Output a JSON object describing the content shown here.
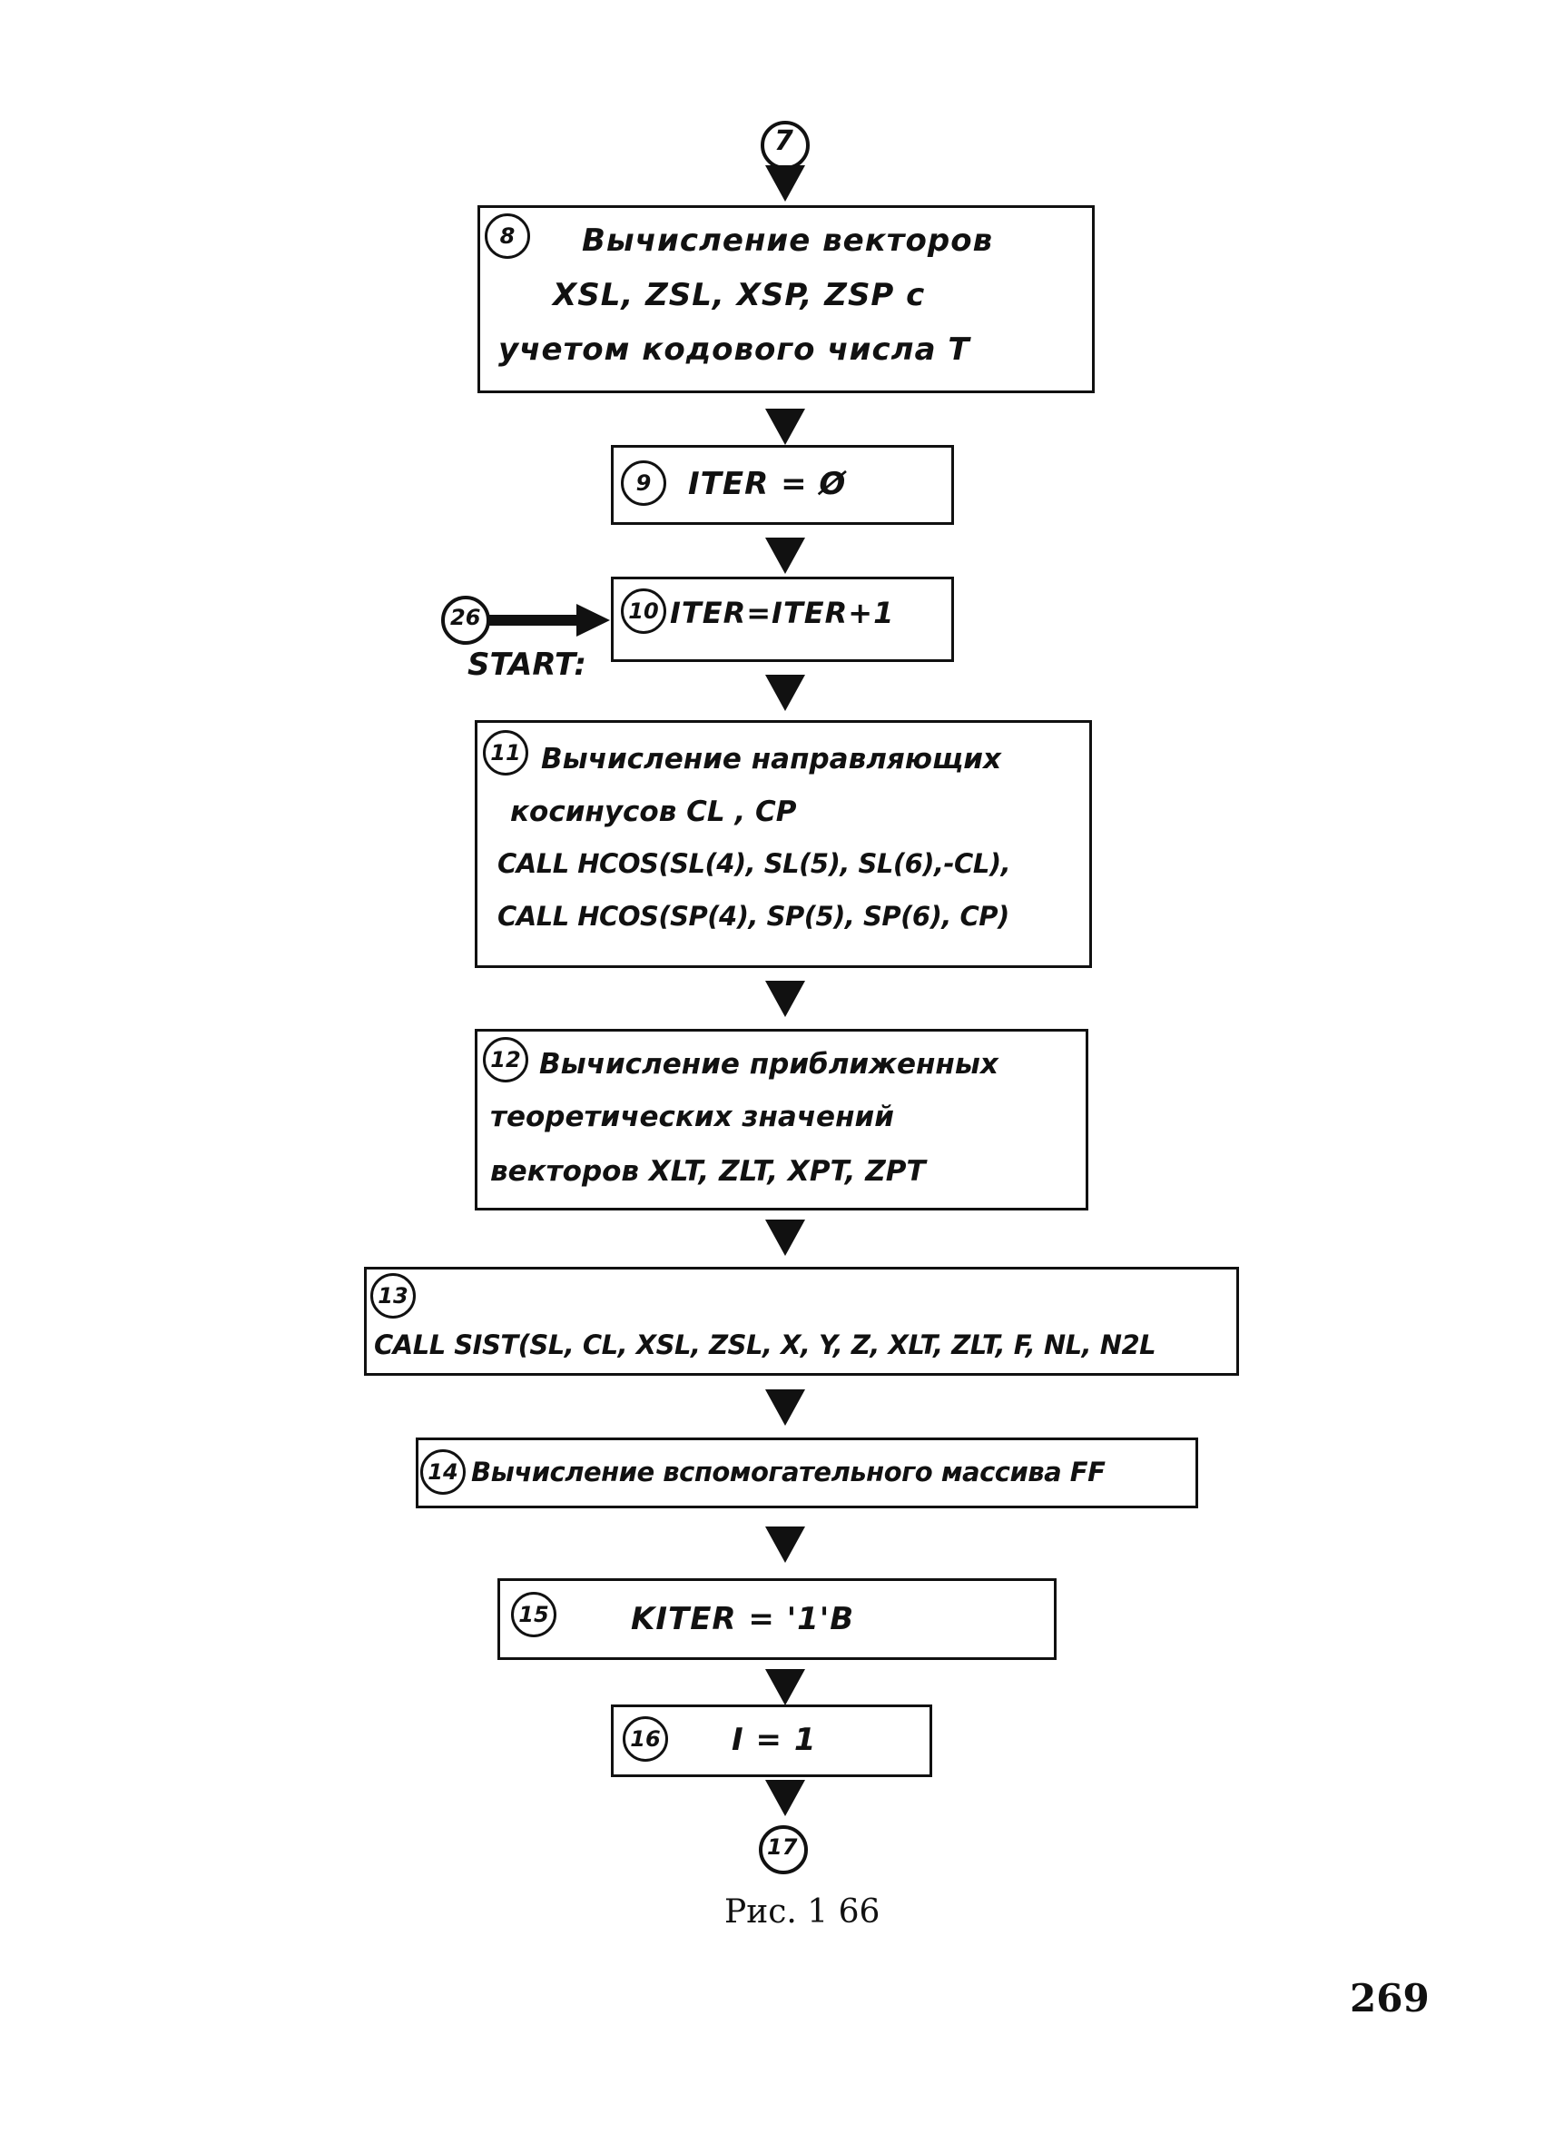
{
  "connectors": {
    "top": "7",
    "left": "26",
    "bottom": "17"
  },
  "start_label": "START:",
  "blocks": [
    {
      "num": "8",
      "lines": [
        "Вычисление векторов",
        "XSL, ZSL, XSP, ZSP с",
        "учетом кодового числа T"
      ]
    },
    {
      "num": "9",
      "lines": [
        "ITER = Ø"
      ]
    },
    {
      "num": "10",
      "lines": [
        "ITER=ITER+1"
      ]
    },
    {
      "num": "11",
      "lines": [
        "Вычисление направляющих",
        "косинусов CL , CP",
        "CALL HCOS(SL(4), SL(5), SL(6),-CL),",
        "CALL HCOS(SP(4), SP(5), SP(6), CP)"
      ]
    },
    {
      "num": "12",
      "lines": [
        "Вычисление приближенных",
        "теоретических значений",
        "векторов XLT, ZLT, XPT, ZPT"
      ]
    },
    {
      "num": "13",
      "lines": [
        "CALL SIST(SL, CL, XSL, ZSL, X, Y, Z, XLT, ZLT, F, NL, N2L"
      ]
    },
    {
      "num": "14",
      "lines": [
        "Вычисление вспомогательного массива FF"
      ]
    },
    {
      "num": "15",
      "lines": [
        "KITER = '1'B"
      ]
    },
    {
      "num": "16",
      "lines": [
        "I = 1"
      ]
    }
  ],
  "caption": "Рис. 1 66",
  "page_number": "269"
}
